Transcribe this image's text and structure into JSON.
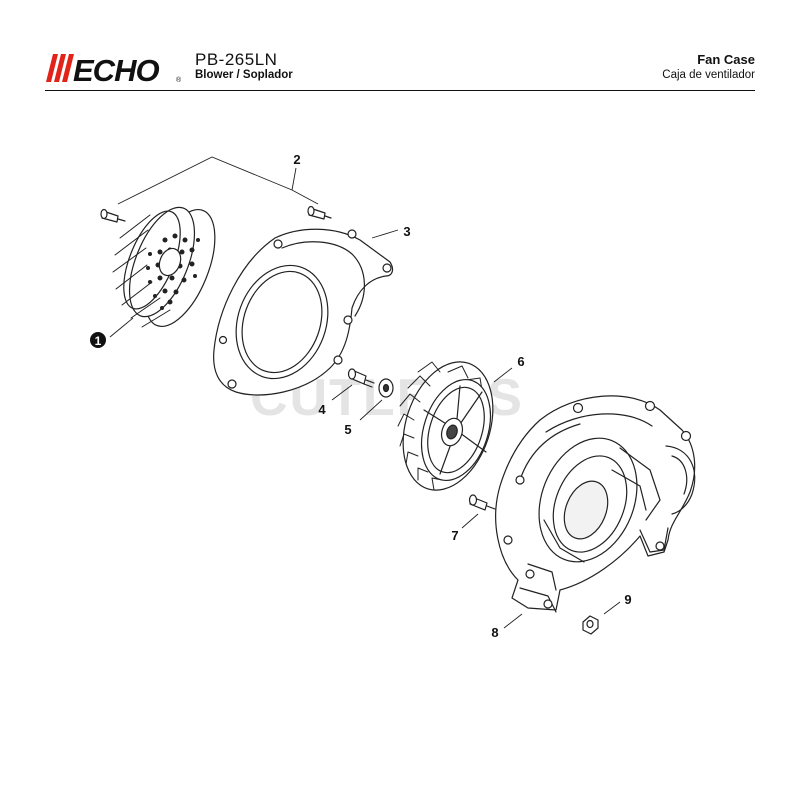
{
  "brand": {
    "logo_text": "ECHO",
    "registered_mark": "®",
    "brand_color": "#e2231a"
  },
  "header": {
    "model": "PB-265LN",
    "subtitle": "Blower / Soplador",
    "section_title": "Fan Case",
    "section_title_es": "Caja de ventilador"
  },
  "watermark": "CUTLER'S",
  "callouts": [
    "1",
    "2",
    "3",
    "4",
    "5",
    "6",
    "7",
    "8",
    "9"
  ],
  "parts": [
    {
      "ref": "1",
      "name": "fan cover grille",
      "note": "filled circle callout"
    },
    {
      "ref": "2",
      "name": "screw (x2)"
    },
    {
      "ref": "3",
      "name": "fan case cover"
    },
    {
      "ref": "4",
      "name": "bolt"
    },
    {
      "ref": "5",
      "name": "washer"
    },
    {
      "ref": "6",
      "name": "fan"
    },
    {
      "ref": "7",
      "name": "screw"
    },
    {
      "ref": "8",
      "name": "fan case"
    },
    {
      "ref": "9",
      "name": "nut"
    }
  ]
}
